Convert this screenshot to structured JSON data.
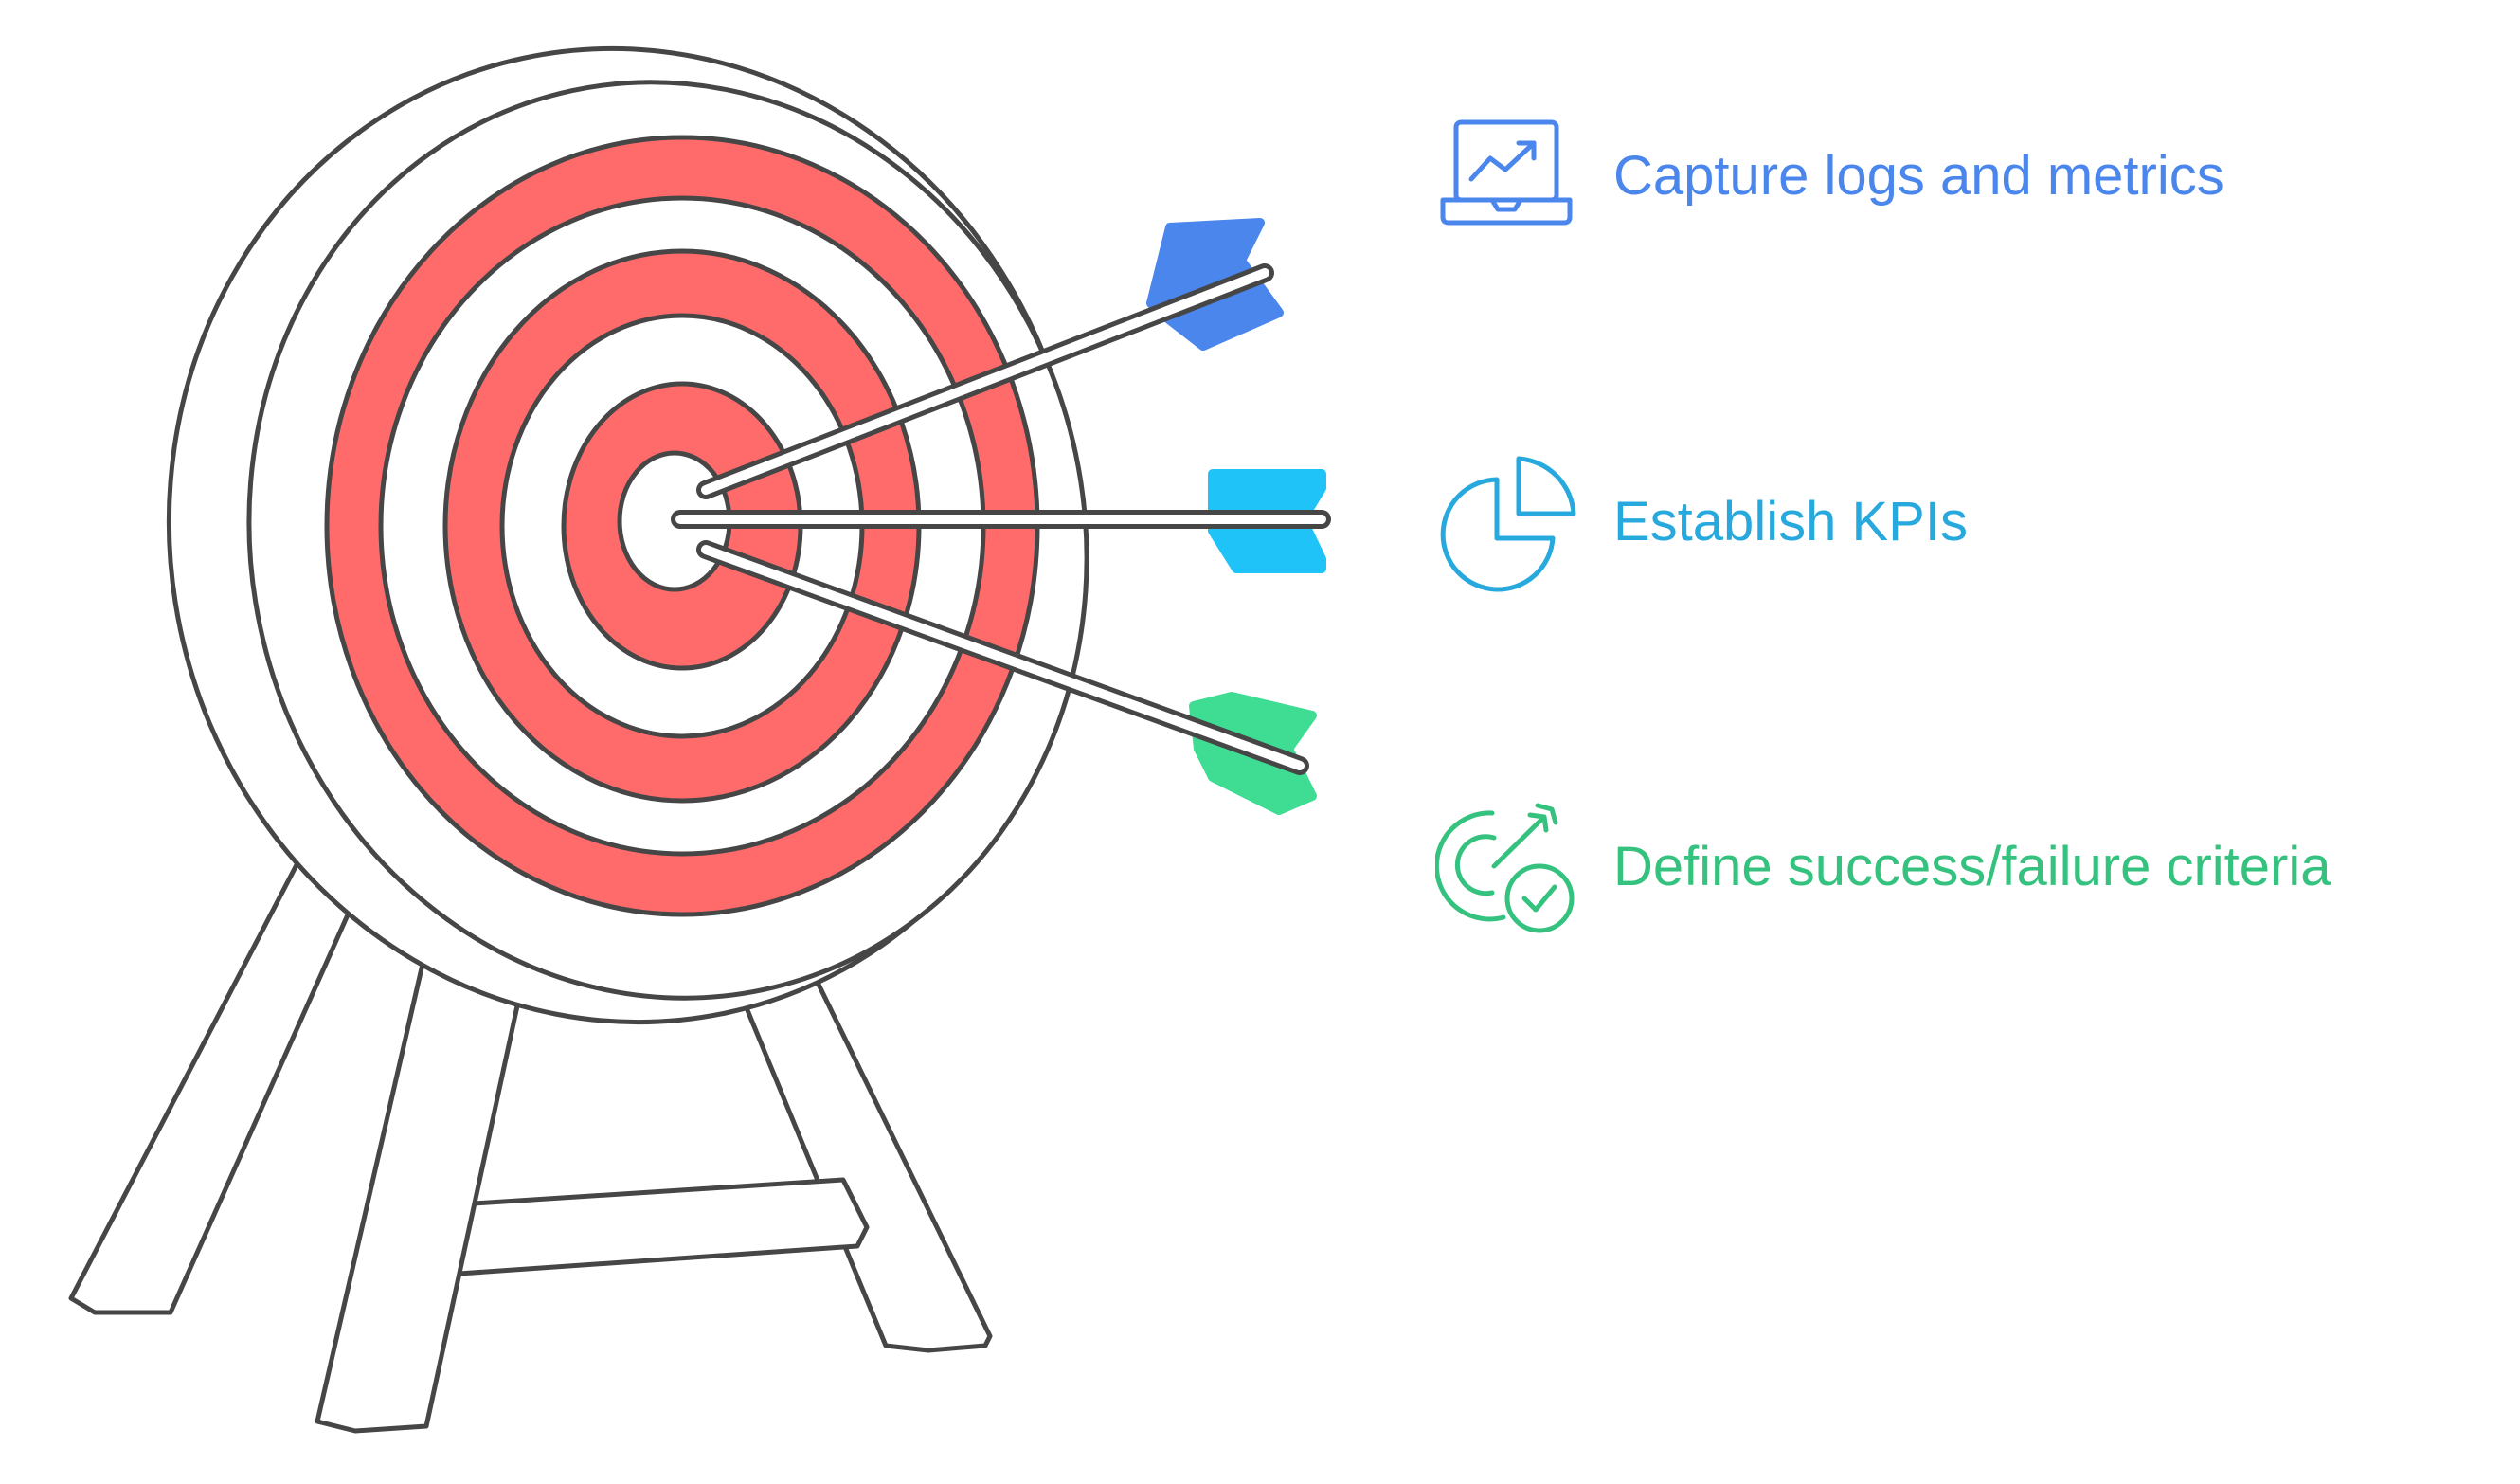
{
  "colors": {
    "outline": "#464646",
    "ring_red": "#ff6b6b",
    "ring_white": "#ffffff",
    "arrow_blue": "#4a86ec",
    "arrow_cyan": "#1fc3f7",
    "arrow_green": "#3fdd93",
    "text_blue": "#4a86ec",
    "text_cyan": "#27a9de",
    "text_green": "#35c27f"
  },
  "items": [
    {
      "label": "Capture logs and metrics",
      "icon": "laptop-chart-icon",
      "color": "#4a86ec"
    },
    {
      "label": "Establish KPIs",
      "icon": "pie-chart-icon",
      "color": "#27a9de"
    },
    {
      "label": "Define success/failure criteria",
      "icon": "target-check-icon",
      "color": "#35c27f"
    }
  ]
}
